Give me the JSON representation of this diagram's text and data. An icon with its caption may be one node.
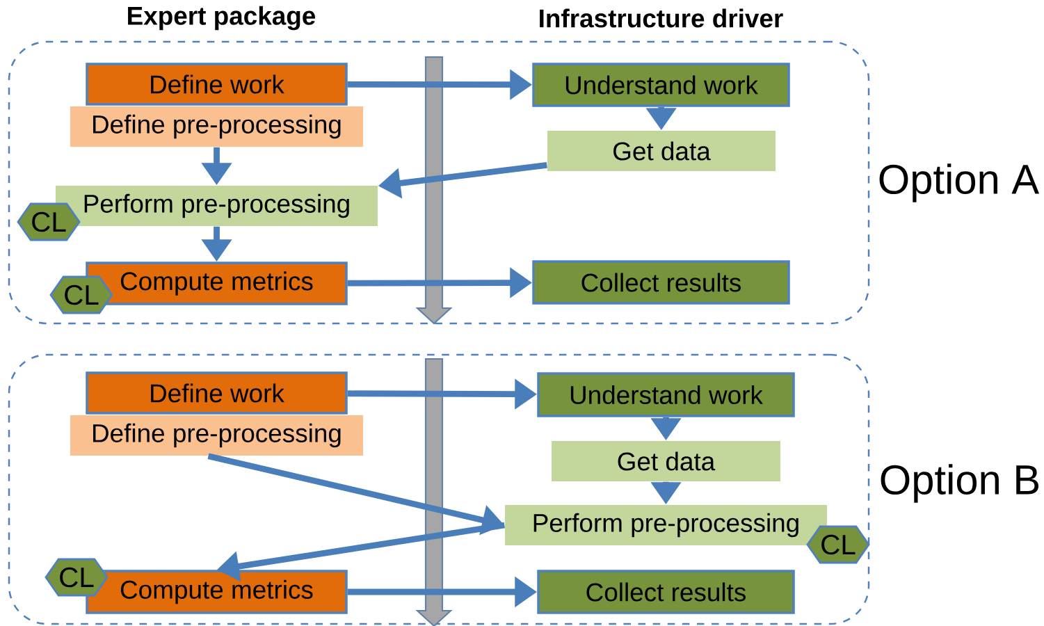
{
  "diagram": {
    "nodes": [
      {
        "text": [
          "Option A"
        ]
      },
      {
        "text": [
          "Define work"
        ],
        "in": 0
      },
      {
        "text": [
          "Define pre-processing"
        ],
        "in": 0
      },
      {
        "text": [
          "Understand work"
        ],
        "in": 0
      },
      {
        "text": [
          "Get data"
        ],
        "in": 0
      },
      {
        "text": [
          "Perform pre-processing"
        ],
        "in": 0
      },
      {
        "text": [
          "CL"
        ],
        "in": 0
      },
      {
        "text": [
          "Compute metrics"
        ],
        "in": 0
      },
      {
        "text": [
          "CL"
        ],
        "in": 0
      },
      {
        "text": [
          "Collect results"
        ],
        "in": 0
      },
      {
        "text": [
          "Option B"
        ]
      },
      {
        "text": [
          "Define work"
        ],
        "in": 10
      },
      {
        "text": [
          "Define pre-processing"
        ],
        "in": 10
      },
      {
        "text": [
          "Understand work"
        ],
        "in": 10
      },
      {
        "text": [
          "Get data"
        ],
        "in": 10
      },
      {
        "text": [
          "Perform pre-processing"
        ],
        "in": 10
      },
      {
        "text": [
          "CL"
        ],
        "in": 10
      },
      {
        "text": [
          "CL"
        ],
        "in": 10
      },
      {
        "text": [
          "Compute metrics"
        ],
        "in": 10
      },
      {
        "text": [
          "Collect results"
        ],
        "in": 10
      }
    ],
    "edges": [
      {
        "from": 1,
        "to": 3,
        "arrow": "to"
      },
      {
        "from": 3,
        "to": 4,
        "arrow": "to"
      },
      {
        "from": 4,
        "to": 5,
        "arrow": "to"
      },
      {
        "from": 2,
        "to": 5,
        "arrow": "to"
      },
      {
        "from": 5,
        "to": 7,
        "arrow": "to"
      },
      {
        "from": 7,
        "to": 9,
        "arrow": "to"
      },
      {
        "from": 11,
        "to": 13,
        "arrow": "to"
      },
      {
        "from": 13,
        "to": 14,
        "arrow": "to"
      },
      {
        "from": 14,
        "to": 15,
        "arrow": "to"
      },
      {
        "from": 12,
        "to": 15,
        "arrow": "to"
      },
      {
        "from": 15,
        "to": 18,
        "arrow": "to"
      },
      {
        "from": 18,
        "to": 19,
        "arrow": "to"
      }
    ],
    "labels": [
      "Expert package",
      "Infrastructure driver"
    ]
  }
}
